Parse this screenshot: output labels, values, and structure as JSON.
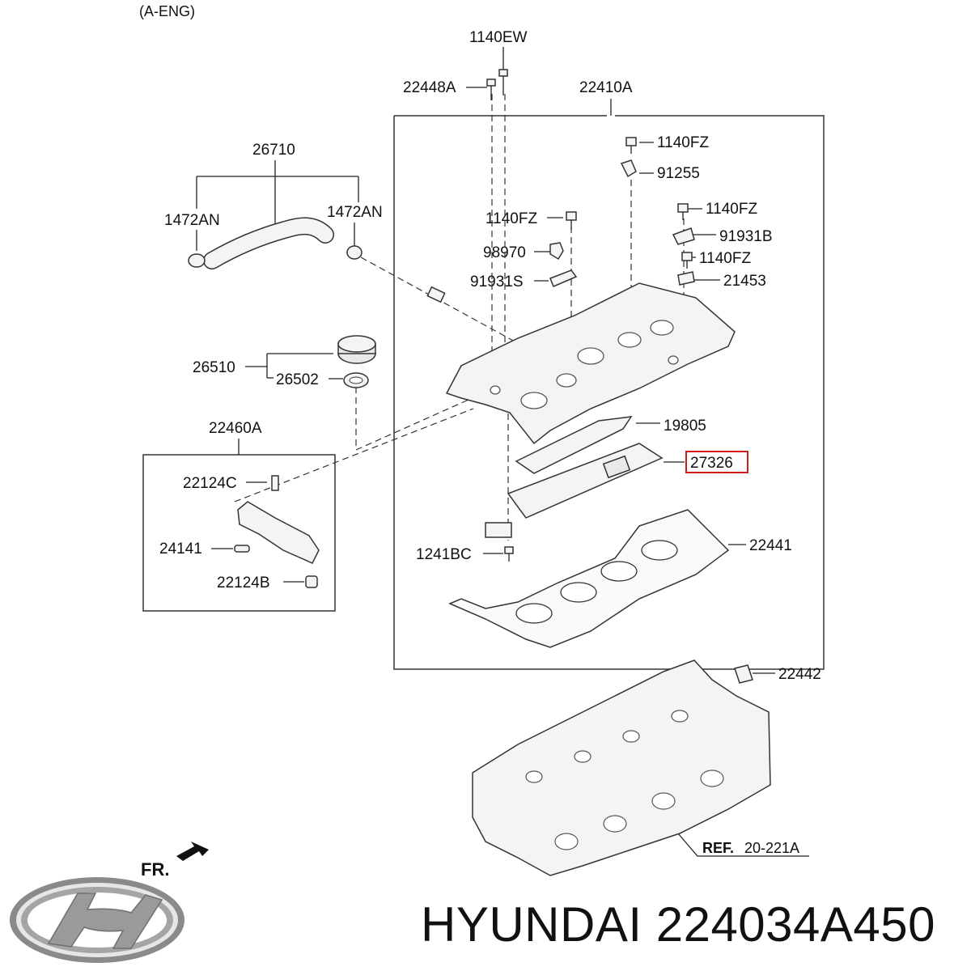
{
  "header": {
    "engine": "(A-ENG)"
  },
  "parts": {
    "p_1140EW": "1140EW",
    "p_22448A": "22448A",
    "p_22410A": "22410A",
    "p_1140FZ_a": "1140FZ",
    "p_91255": "91255",
    "p_1140FZ_b": "1140FZ",
    "p_91931B": "91931B",
    "p_1140FZ_c": "1140FZ",
    "p_21453": "21453",
    "p_26710": "26710",
    "p_1472AN_left": "1472AN",
    "p_1472AN_right": "1472AN",
    "p_1140FZ_d": "1140FZ",
    "p_98970": "98970",
    "p_91931S": "91931S",
    "p_26510": "26510",
    "p_26502": "26502",
    "p_22460A": "22460A",
    "p_19805": "19805",
    "p_27326": "27326",
    "p_22124C": "22124C",
    "p_24141": "24141",
    "p_22124B": "22124B",
    "p_1241BC": "1241BC",
    "p_22441": "22441",
    "p_22442": "22442"
  },
  "reference": {
    "ref_bold": "REF.",
    "ref_number": "20-221A"
  },
  "front_marker": "FR.",
  "brand": {
    "logo_name": "hyundai-logo",
    "title": "HYUNDAI 224034A450"
  },
  "colors": {
    "highlight": "#d11a1a",
    "line": "#222222"
  }
}
